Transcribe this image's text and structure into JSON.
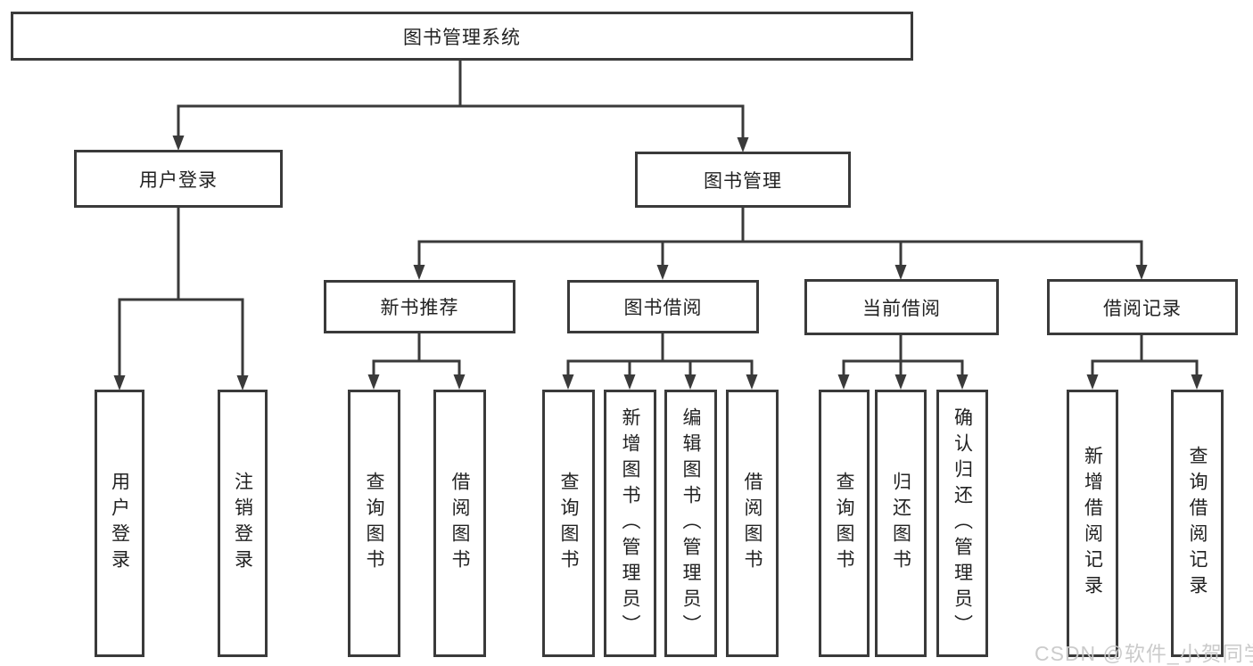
{
  "diagram": {
    "root": {
      "label": "图书管理系统"
    },
    "branches": [
      {
        "label": "用户登录",
        "children": [
          {
            "label": "用户登录"
          },
          {
            "label": "注销登录"
          }
        ]
      },
      {
        "label": "图书管理",
        "children": [
          {
            "label": "新书推荐",
            "children": [
              {
                "label": "查询图书"
              },
              {
                "label": "借阅图书"
              }
            ]
          },
          {
            "label": "图书借阅",
            "children": [
              {
                "label": "查询图书"
              },
              {
                "label": "新增图书（管理员）"
              },
              {
                "label": "编辑图书（管理员）"
              },
              {
                "label": "借阅图书"
              }
            ]
          },
          {
            "label": "当前借阅",
            "children": [
              {
                "label": "查询图书"
              },
              {
                "label": "归还图书"
              },
              {
                "label": "确认归还（管理员）"
              }
            ]
          },
          {
            "label": "借阅记录",
            "children": [
              {
                "label": "新增借阅记录"
              },
              {
                "label": "查询借阅记录"
              }
            ]
          }
        ]
      }
    ]
  },
  "watermark": {
    "text": "CSDN @软件_小贺同学"
  },
  "colors": {
    "line": "#3a3a3a",
    "text": "#222222",
    "background": "#ffffff",
    "watermark": "#c9c9c9"
  }
}
